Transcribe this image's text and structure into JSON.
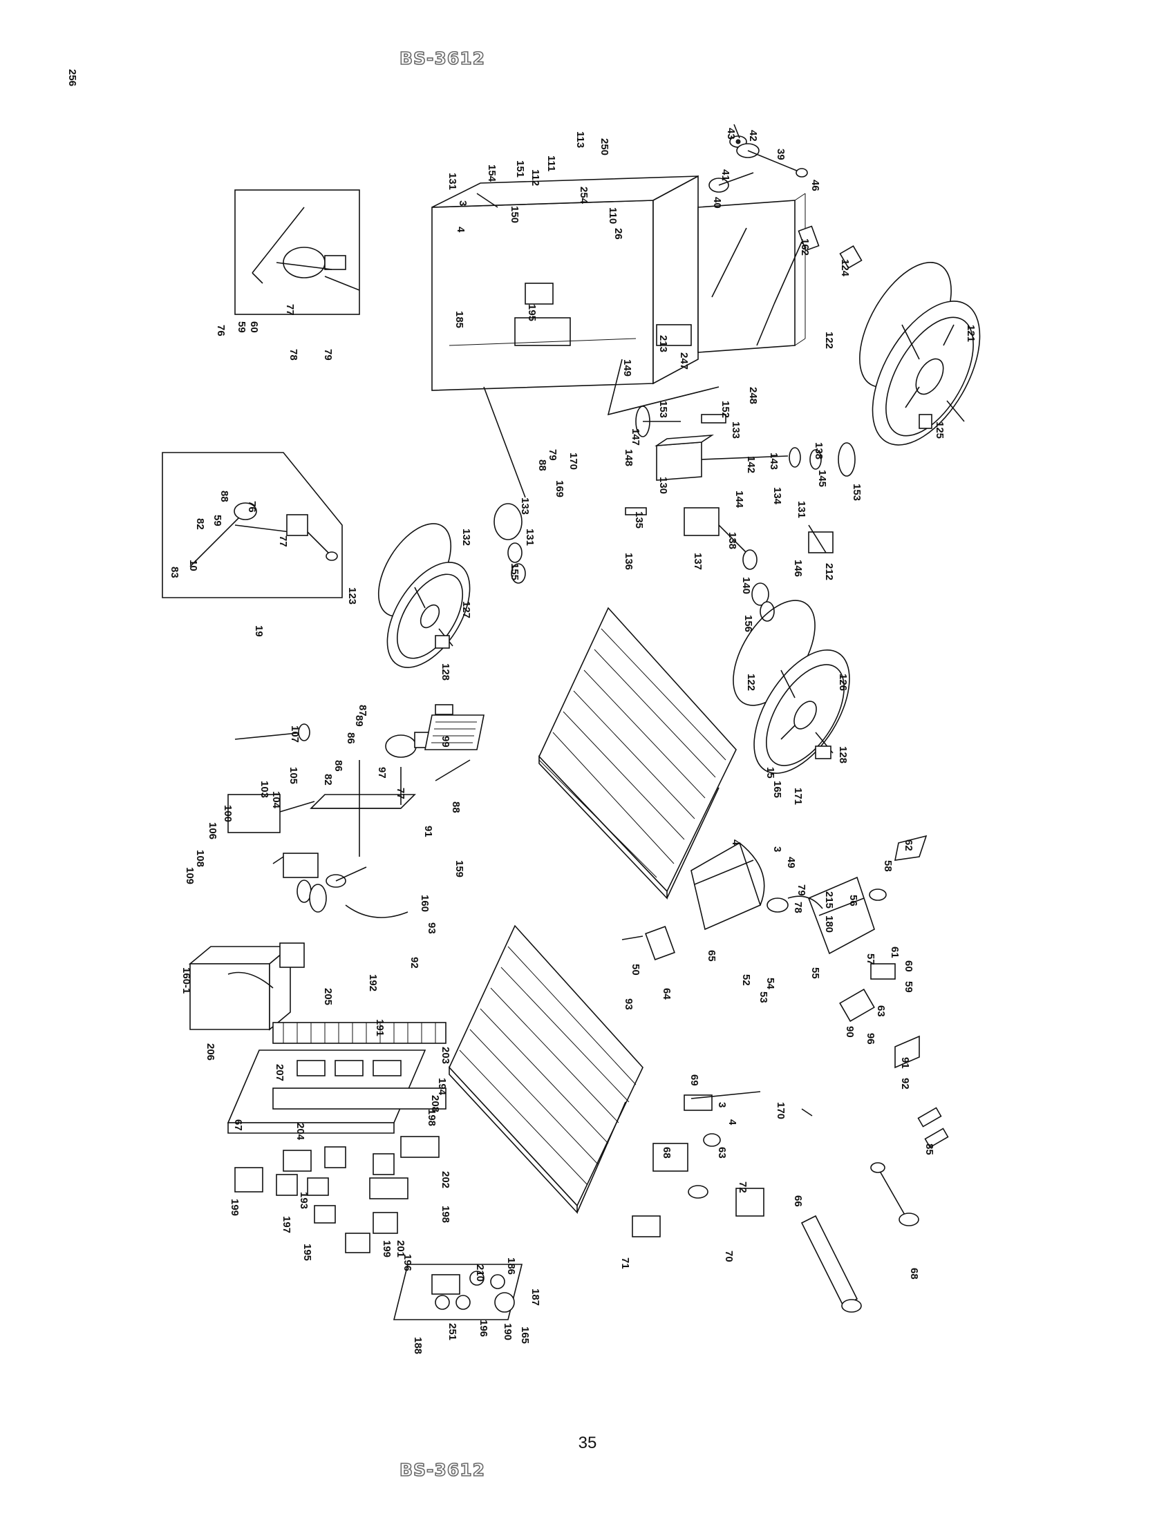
{
  "header": {
    "model": "BS-3612"
  },
  "footer": {
    "page_number": "35",
    "model": "BS-3612"
  },
  "diagram": {
    "part_labels": [
      "43",
      "42",
      "39",
      "46",
      "41",
      "40",
      "124",
      "121",
      "122",
      "125",
      "162",
      "250",
      "113",
      "111",
      "112",
      "151",
      "154",
      "131",
      "3",
      "4",
      "150",
      "254",
      "110",
      "26",
      "185",
      "195",
      "213",
      "247",
      "248",
      "149",
      "147",
      "148",
      "153",
      "152",
      "133",
      "130",
      "142",
      "143",
      "138",
      "145",
      "144",
      "134",
      "131",
      "153",
      "135",
      "137",
      "138",
      "136",
      "140",
      "156",
      "126",
      "122",
      "128",
      "146",
      "212",
      "79",
      "88",
      "170",
      "169",
      "133",
      "131",
      "155",
      "132",
      "123",
      "127",
      "128",
      "77",
      "76",
      "59",
      "60",
      "78",
      "79",
      "83",
      "10",
      "82",
      "59",
      "88",
      "76",
      "77",
      "19",
      "107",
      "105",
      "100",
      "103",
      "104",
      "106",
      "109",
      "108",
      "87",
      "89",
      "86",
      "86",
      "97",
      "77",
      "82",
      "99",
      "88",
      "91",
      "159",
      "160",
      "93",
      "92",
      "160-1",
      "205",
      "192",
      "191",
      "206",
      "171",
      "165",
      "15",
      "4",
      "3",
      "49",
      "78",
      "79",
      "180",
      "215",
      "56",
      "50",
      "64",
      "65",
      "52",
      "53",
      "54",
      "55",
      "57",
      "61",
      "60",
      "59",
      "58",
      "62",
      "63",
      "90",
      "96",
      "91",
      "92",
      "93",
      "67",
      "207",
      "203",
      "198",
      "194",
      "208",
      "204",
      "199",
      "197",
      "193",
      "195",
      "199",
      "201",
      "202",
      "198",
      "196",
      "210",
      "186",
      "187",
      "188",
      "251",
      "196",
      "190",
      "165",
      "69",
      "3",
      "4",
      "170",
      "68",
      "72",
      "70",
      "71",
      "63",
      "66",
      "68",
      "85",
      "256"
    ]
  }
}
